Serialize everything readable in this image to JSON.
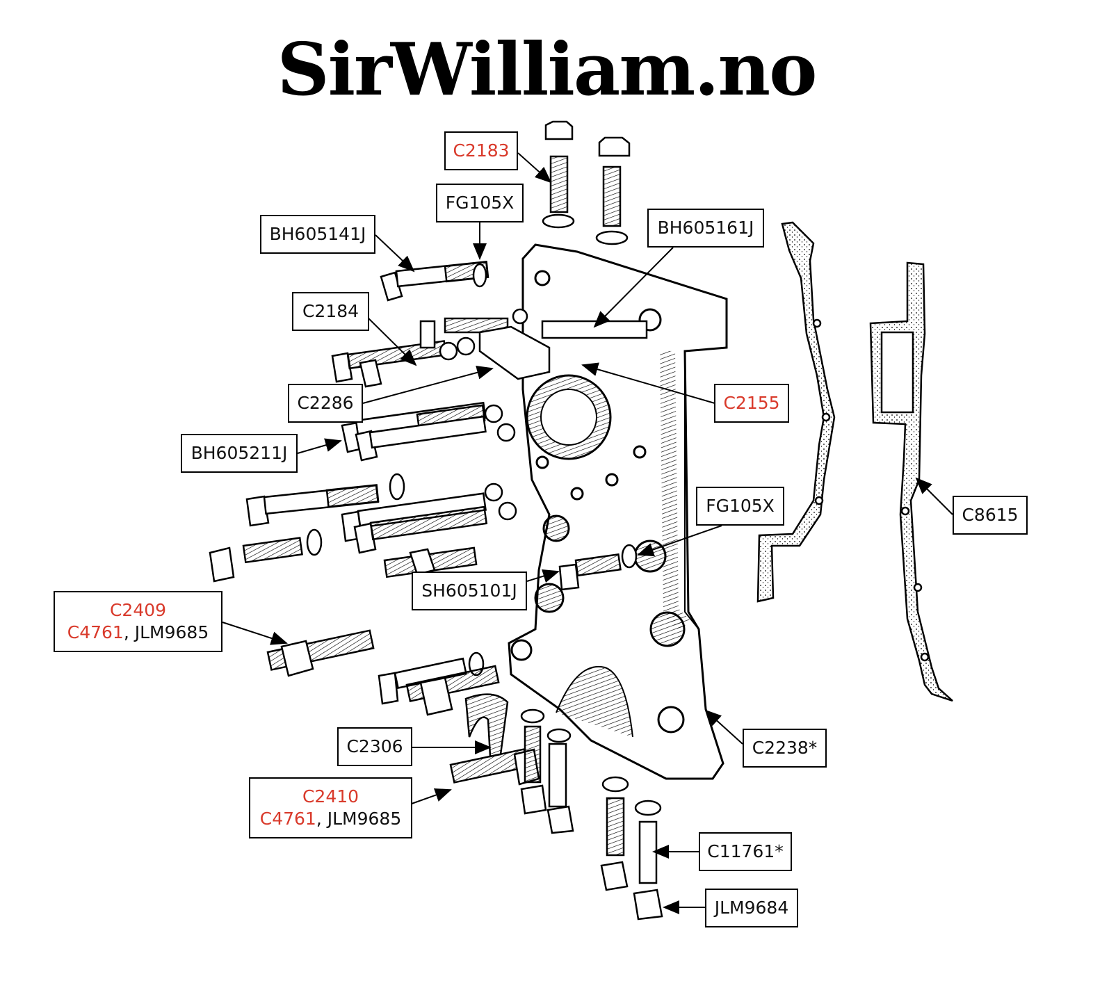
{
  "title": "SirWilliam.no",
  "colors": {
    "highlight": "#d93a2b",
    "text": "#111111",
    "line": "#000000"
  },
  "labels": {
    "c2183": "C2183",
    "fg105x_top": "FG105X",
    "bh605141j": "BH605141J",
    "bh605161j": "BH605161J",
    "c2184": "C2184",
    "c2286": "C2286",
    "c2155": "C2155",
    "bh605211j": "BH605211J",
    "fg105x_mid": "FG105X",
    "c8615": "C8615",
    "sh605101j": "SH605101J",
    "c2409": {
      "line1": "C2409",
      "line2a": "C4761",
      "line2b": ",  JLM9685"
    },
    "c2306": "C2306",
    "c2238": "C2238*",
    "c2410": {
      "line1": "C2410",
      "line2a": "C4761",
      "line2b": ", JLM9685"
    },
    "c11761": "C11761*",
    "jlm9684": "JLM9684"
  }
}
